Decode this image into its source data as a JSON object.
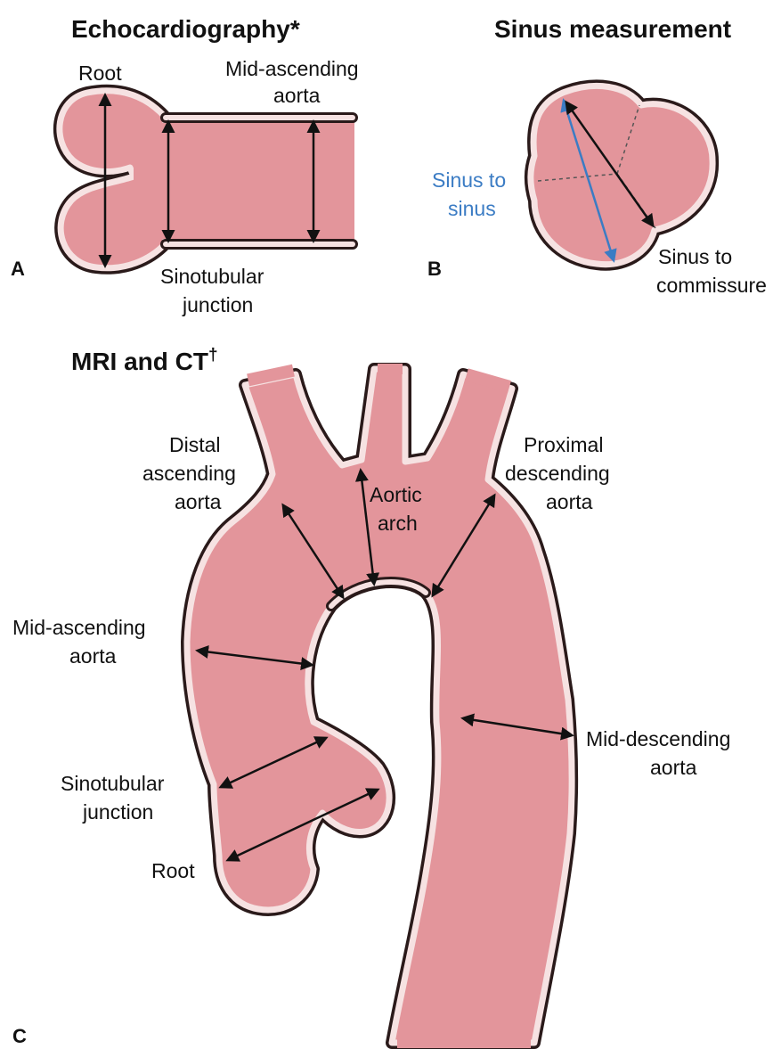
{
  "panel_a": {
    "title": "Echocardiography*",
    "letter": "A",
    "labels": {
      "root": "Root",
      "mid_ascending_1": "Mid-ascending",
      "mid_ascending_2": "aorta",
      "stj_1": "Sinotubular",
      "stj_2": "junction"
    }
  },
  "panel_b": {
    "title": "Sinus measurement",
    "letter": "B",
    "labels": {
      "sinus_to_sinus_1": "Sinus to",
      "sinus_to_sinus_2": "sinus",
      "sinus_to_commissure_1": "Sinus to",
      "sinus_to_commissure_2": "commissure"
    },
    "colors": {
      "sinus_to_sinus": "#3b7cc4"
    }
  },
  "panel_c": {
    "title": "MRI and CT",
    "title_mark": "†",
    "letter": "C",
    "labels": {
      "distal_ascending_1": "Distal",
      "distal_ascending_2": "ascending",
      "distal_ascending_3": "aorta",
      "aortic_arch_1": "Aortic",
      "aortic_arch_2": "arch",
      "proximal_descending_1": "Proximal",
      "proximal_descending_2": "descending",
      "proximal_descending_3": "aorta",
      "mid_ascending_1": "Mid-ascending",
      "mid_ascending_2": "aorta",
      "mid_descending_1": "Mid-descending",
      "mid_descending_2": "aorta",
      "stj_1": "Sinotubular",
      "stj_2": "junction",
      "root": "Root"
    }
  },
  "colors": {
    "vessel_fill": "#e3959b",
    "vessel_wall": "#2a1a1a",
    "wall_highlight": "#f6e2e2"
  }
}
